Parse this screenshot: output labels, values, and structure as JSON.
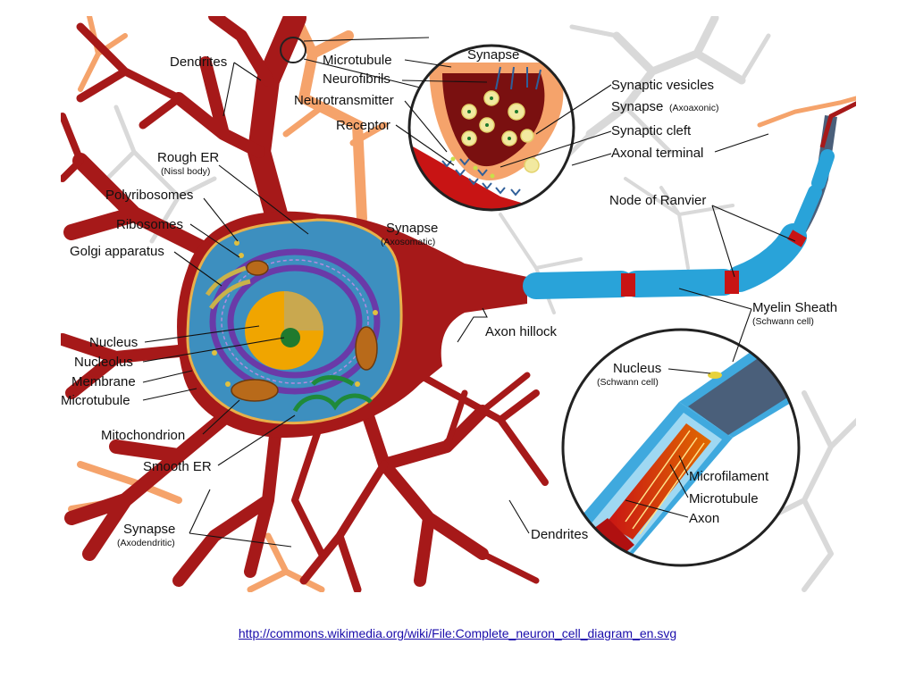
{
  "diagram": {
    "labels": {
      "dendrites_top": "Dendrites",
      "rough_er": "Rough ER",
      "rough_er_sub": "(Nissl body)",
      "polyribosomes": "Polyribosomes",
      "ribosomes": "Ribosomes",
      "golgi": "Golgi apparatus",
      "nucleus": "Nucleus",
      "nucleolus": "Nucleolus",
      "membrane": "Membrane",
      "microtubule_left": "Microtubule",
      "mitochondrion": "Mitochondrion",
      "smooth_er": "Smooth ER",
      "synapse_axodendritic": "Synapse",
      "synapse_axodendritic_sub": "(Axodendritic)",
      "microtubule_top": "Microtubule",
      "neurofibrils": "Neurofibrils",
      "neurotransmitter": "Neurotransmitter",
      "receptor": "Receptor",
      "synapse_axosomatic": "Synapse",
      "synapse_axosomatic_sub": "(Axosomatic)",
      "synapse_inset": "Synapse",
      "synaptic_vesicles": "Synaptic vesicles",
      "synapse_axoaxonic": "Synapse",
      "synapse_axoaxonic_sub": "(Axoaxonic)",
      "synaptic_cleft": "Synaptic cleft",
      "axonal_terminal": "Axonal terminal",
      "node_of_ranvier": "Node of Ranvier",
      "axon_hillock": "Axon hillock",
      "myelin_sheath": "Myelin Sheath",
      "myelin_sheath_sub": "(Schwann cell)",
      "nucleus_schwann": "Nucleus",
      "nucleus_schwann_sub": "(Schwann cell)",
      "microfilament": "Microfilament",
      "microtubule_inset": "Microtubule",
      "axon": "Axon",
      "dendrites_bottom": "Dendrites"
    }
  },
  "footer": {
    "source_link": "http://commons.wikimedia.org/wiki/File:Complete_neuron_cell_diagram_en.svg"
  },
  "colors": {
    "neuron_body": "#a61919",
    "cytoplasm": "#3d8fbf",
    "nucleus": "#f0a500",
    "endoplasmic_reticulum": "#6a3aa8",
    "myelin": "#29a3d9",
    "axon_core": "#4a5f7a",
    "background_neurons": "#d9d9d9",
    "synapse_terminal": "#f5a36b",
    "link": "#1a0dab"
  }
}
